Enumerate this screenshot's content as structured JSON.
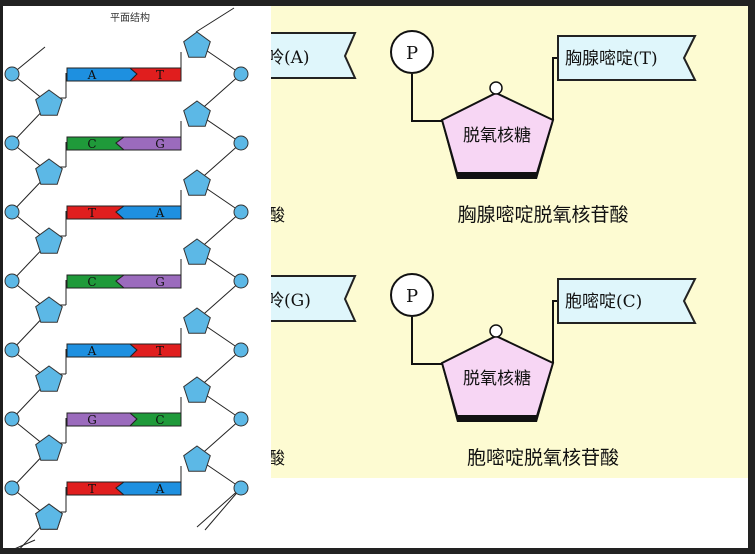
{
  "dna": {
    "title": "平面结构",
    "pairs": [
      {
        "left": "A",
        "right": "T"
      },
      {
        "left": "C",
        "right": "G"
      },
      {
        "left": "T",
        "right": "A"
      },
      {
        "left": "C",
        "right": "G"
      },
      {
        "left": "A",
        "right": "T"
      },
      {
        "left": "G",
        "right": "C"
      },
      {
        "left": "T",
        "right": "A"
      }
    ]
  },
  "colors": {
    "A": "#1e90e0",
    "T": "#e01e1e",
    "C": "#1f9a3a",
    "G": "#9b6bbd",
    "sugar_dna": "#5cb8e6",
    "phosphate_dna": "#5cb8e6",
    "pentagon_fill": "#f7d6f4",
    "base_label_fill": "#dff6fb",
    "panel_bg": "#fdfbd2"
  },
  "nucleotides": [
    {
      "partial_base_label": "呤(A)",
      "phosphate": "P",
      "ring_oxygen": "O",
      "sugar": "脱氧核糖",
      "base_label": "胸腺嘧啶(T)",
      "partial_name": "酸",
      "name": "胸腺嘧啶脱氧核苷酸"
    },
    {
      "partial_base_label": "呤(G)",
      "phosphate": "P",
      "ring_oxygen": "O",
      "sugar": "脱氧核糖",
      "base_label": "胞嘧啶(C)",
      "partial_name": "酸",
      "name": "胞嘧啶脱氧核苷酸"
    }
  ]
}
